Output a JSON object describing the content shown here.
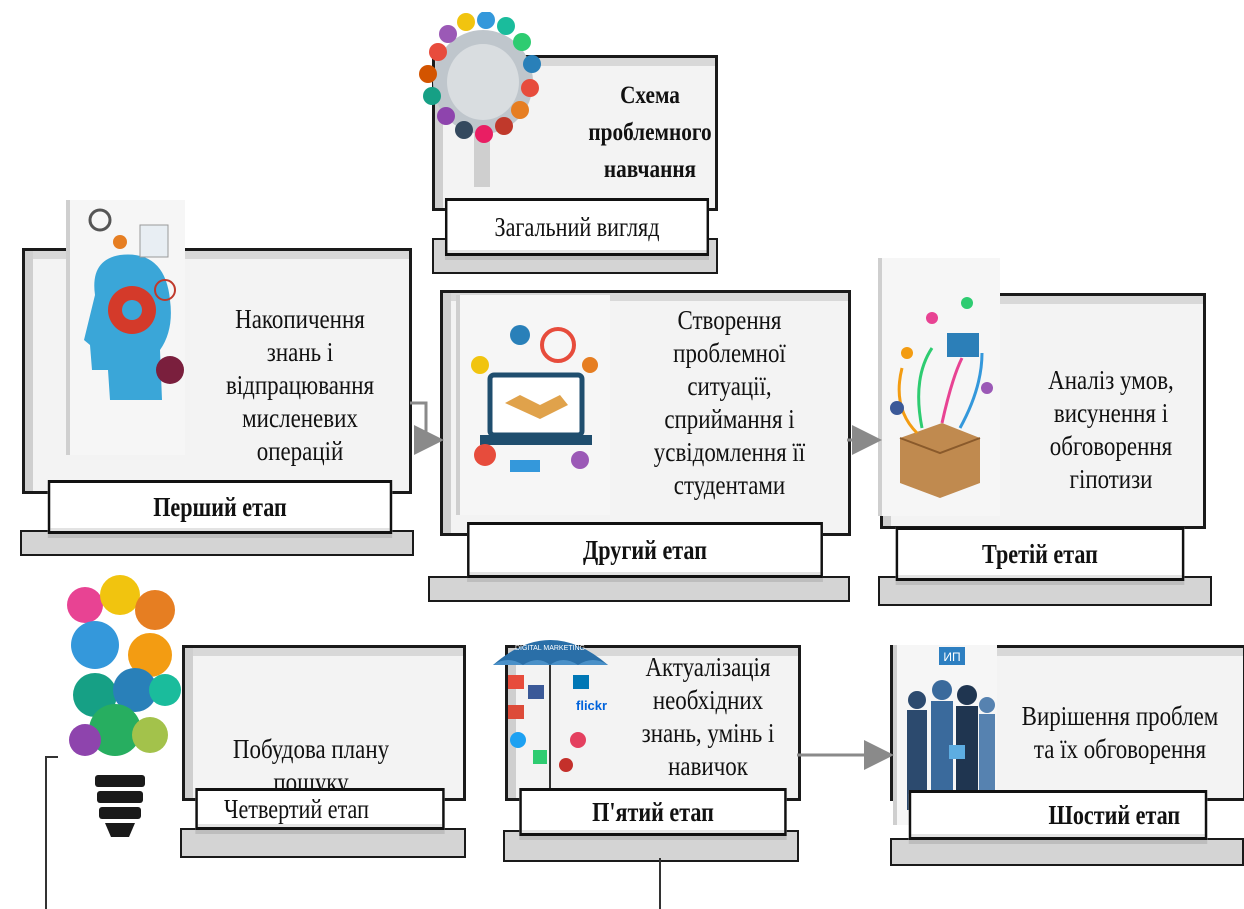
{
  "title_block": {
    "title": "Схема проблемного навчання",
    "subtitle": "Загальний вигляд"
  },
  "stages": [
    {
      "label": "Перший етап",
      "text": "Накопичення знань і відпрацювання мисленевих операцій"
    },
    {
      "label": "Другий етап",
      "text": "Створення проблемної ситуації, сприймання і усвідомлення її студентами"
    },
    {
      "label": "Третій етап",
      "text": "Аналіз умов, висунення і обговорення гіпотизи"
    },
    {
      "label": "Четвертий етап",
      "text": "Побудова плану пошуку"
    },
    {
      "label": "П'ятий етап",
      "text": "Актуалізація необхідних знань, умінь і навичок"
    },
    {
      "label": "Шостий етап",
      "text": "Вирішення проблем та їх обговорення"
    }
  ],
  "images": {
    "title": "tree-social-media-icons",
    "stage1": "head-gears-illustration",
    "stage2": "laptop-handshake-illustration",
    "stage3": "open-box-network-illustration",
    "stage4": "lightbulb-icons-illustration",
    "stage5": "digital-marketing-umbrella-illustration",
    "stage6": "business-team-illustration"
  },
  "images_text": {
    "umbrella_caption": "DIGITAL MARKETING",
    "flickr": "flickr",
    "team_sign": "ИП"
  },
  "colors": {
    "card_bg": "#f3f3f3",
    "card_border": "#1a1a1a",
    "arrow": "#8a8a8a"
  }
}
